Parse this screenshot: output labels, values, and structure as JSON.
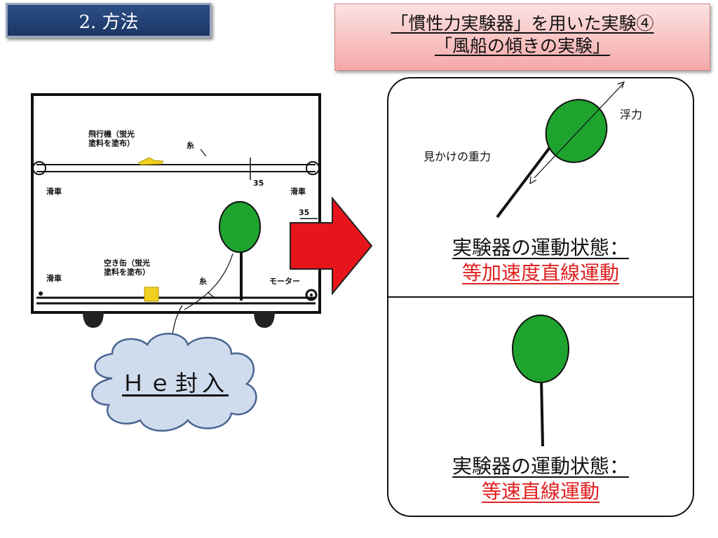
{
  "header": {
    "section": "2. 方法"
  },
  "title": {
    "line1": "「慣性力実験器」を用いた実験④",
    "line2": "「風船の傾きの実験」"
  },
  "apparatus": {
    "label_airplane": "飛行機（蛍光\n塗料を塗布）",
    "label_string_top": "糸",
    "label_35_top": "35",
    "label_pulley_top_left": "滑車",
    "label_pulley_top_right": "滑車",
    "label_35_right": "35",
    "label_can": "空き缶（蛍光\n塗料を塗布）",
    "label_string_bottom": "糸",
    "label_pulley_bottom_left": "滑車",
    "label_motor": "モーター"
  },
  "cloud": {
    "text": "Ｈｅ封入"
  },
  "top_state": {
    "force_buoyancy": "浮力",
    "force_gravity": "見かけの重力",
    "label": "実験器の運動状態：",
    "value": "等加速度直線運動"
  },
  "bottom_state": {
    "label": "実験器の運動状態：",
    "value": "等速直線運動"
  },
  "colors": {
    "balloon": "#1fa32f",
    "arrow": "#e8141c",
    "cloud": "#cfdcee",
    "badge": "#1f3b6e",
    "highlight_text": "#e02020"
  }
}
